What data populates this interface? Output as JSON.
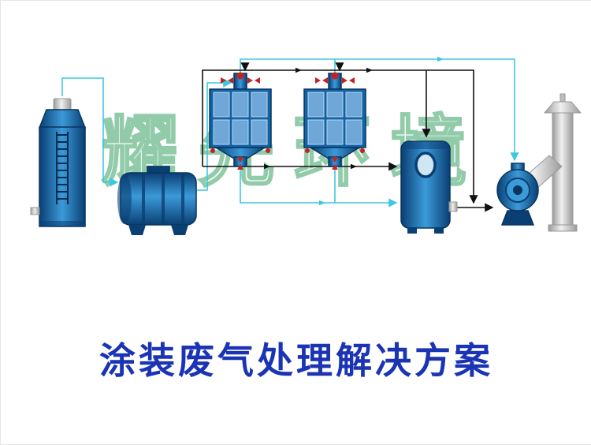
{
  "title": "涂装废气处理解决方案",
  "watermark": "耀先环境",
  "diagram": {
    "equipment": [
      "spray-tower",
      "photolysis-purifier",
      "adsorption-box-1",
      "adsorption-box-2",
      "buffer-tank",
      "centrifugal-fan",
      "exhaust-chimney"
    ]
  },
  "colors": {
    "equipment_blue_dark": "#0a3f74",
    "equipment_blue_mid": "#1262a6",
    "equipment_blue_light": "#3b9ad8",
    "pipe_cyan": "#3cc9de",
    "line_black": "#111111",
    "valve_red": "#c42222",
    "title_blue": "#1b34b4",
    "watermark_green": "#7fc39b",
    "chimney_gray_light": "#f0f0f0",
    "chimney_gray_dark": "#9a9a9a"
  }
}
